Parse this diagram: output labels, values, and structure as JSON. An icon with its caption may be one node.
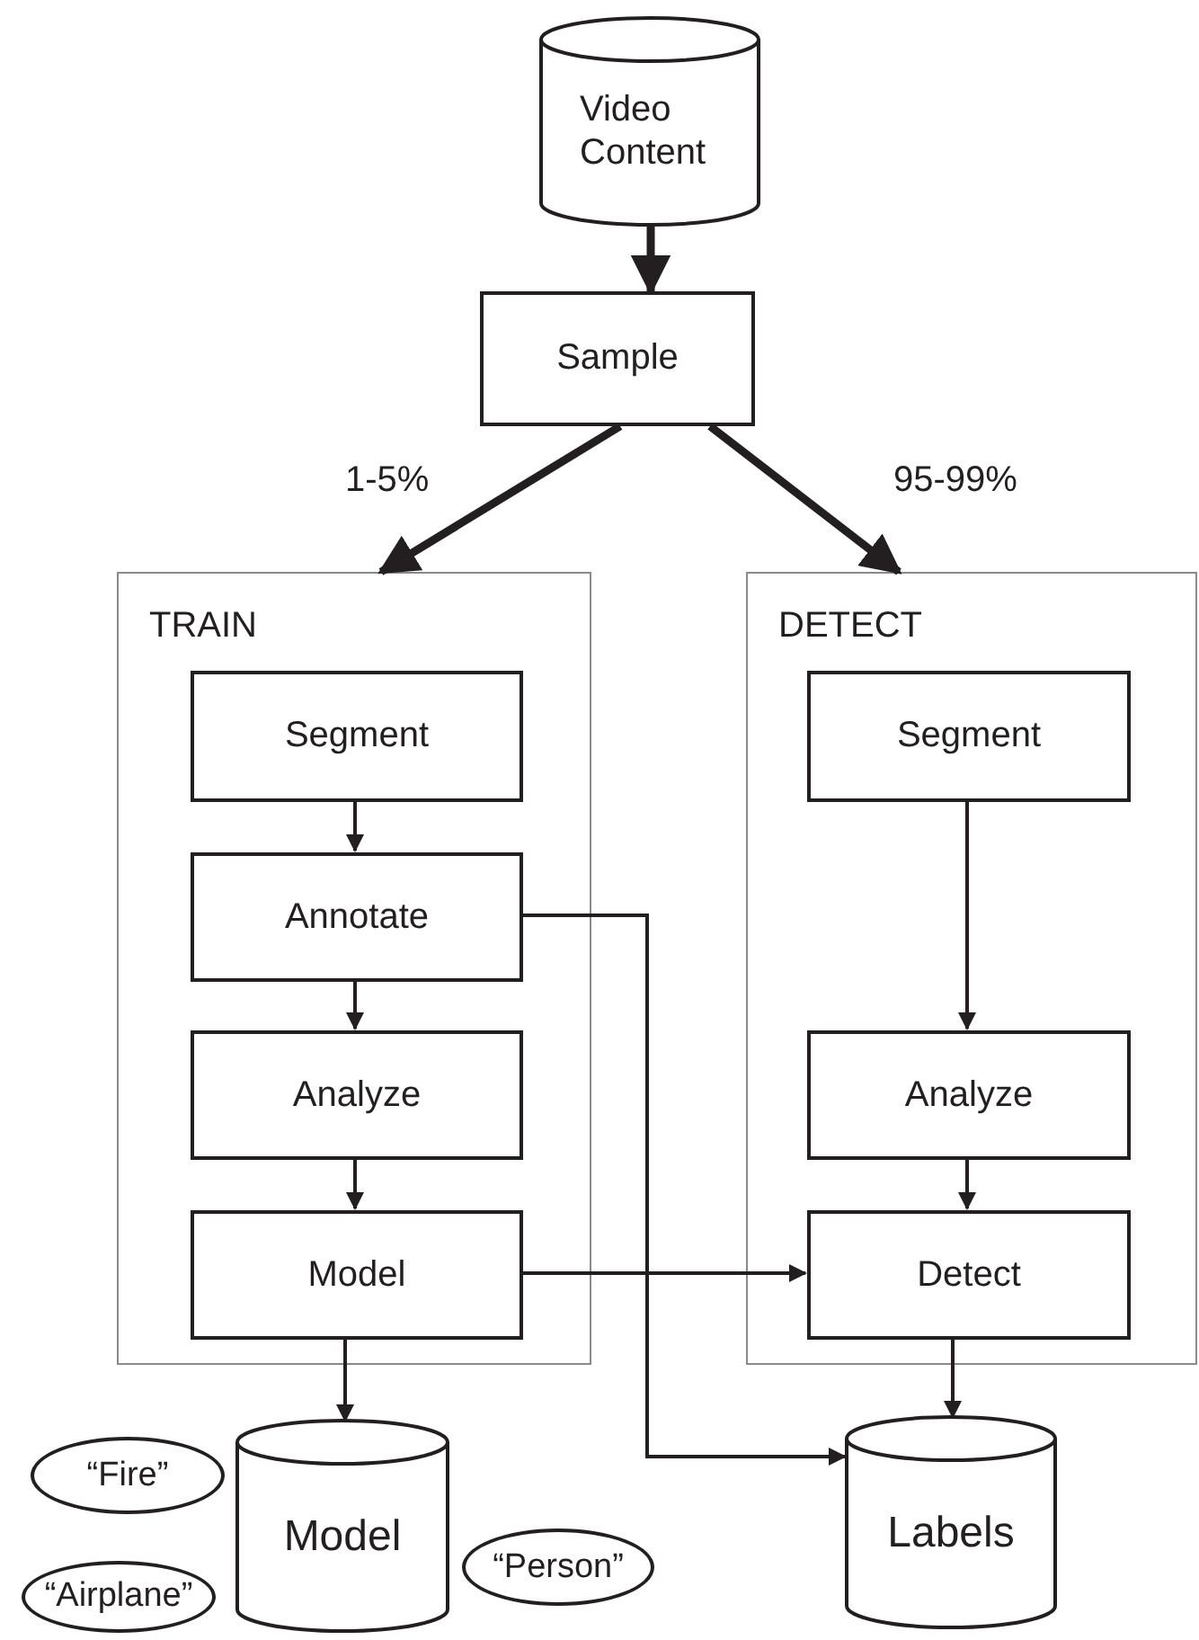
{
  "diagram": {
    "nodes": [
      {
        "text": [
          "Video Content"
        ]
      },
      {
        "text": [
          "Sample"
        ]
      },
      {
        "text": [
          "TRAIN"
        ]
      },
      {
        "text": [
          "Segment"
        ],
        "in": 2
      },
      {
        "text": [
          "Annotate"
        ],
        "in": 2
      },
      {
        "text": [
          "Analyze"
        ],
        "in": 2
      },
      {
        "text": [
          "Model"
        ],
        "in": 2
      },
      {
        "text": [
          "DETECT"
        ]
      },
      {
        "text": [
          "Segment"
        ],
        "in": 7
      },
      {
        "text": [
          "Analyze"
        ],
        "in": 7
      },
      {
        "text": [
          "Detect"
        ],
        "in": 7
      },
      {
        "text": [
          "“Fire”"
        ]
      },
      {
        "text": [
          "Model"
        ]
      },
      {
        "text": [
          "Labels"
        ]
      },
      {
        "text": [
          "“Person”"
        ]
      },
      {
        "text": [
          "“Airplane”"
        ]
      }
    ],
    "edges": [
      {
        "from": 0,
        "to": 1,
        "arrow": "to",
        "style": "thick"
      },
      {
        "from": 1,
        "to": 2,
        "arrow": "to",
        "label": "1-5%",
        "style": "thick"
      },
      {
        "from": 1,
        "to": 7,
        "arrow": "to",
        "label": "95-99%",
        "style": "thick"
      },
      {
        "from": 3,
        "to": 4,
        "arrow": "to"
      },
      {
        "from": 4,
        "to": 5,
        "arrow": "to"
      },
      {
        "from": 5,
        "to": 6,
        "arrow": "to"
      },
      {
        "from": 8,
        "to": 9,
        "arrow": "to"
      },
      {
        "from": 9,
        "to": 10,
        "arrow": "to"
      },
      {
        "from": 6,
        "to": 10,
        "arrow": "to"
      },
      {
        "from": 4,
        "to": 13,
        "arrow": "to"
      },
      {
        "from": 6,
        "to": 12,
        "arrow": "to"
      },
      {
        "from": 10,
        "to": 13,
        "arrow": "to"
      }
    ]
  }
}
